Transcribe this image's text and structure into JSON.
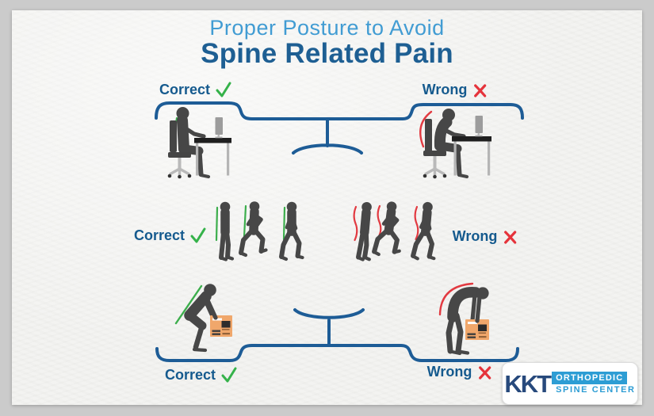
{
  "title": {
    "subtitle": "Proper Posture to Avoid",
    "main": "Spine Related Pain"
  },
  "sections": [
    {
      "id": "sitting-at-desk",
      "correct_label": "Correct",
      "wrong_label": "Wrong"
    },
    {
      "id": "walking",
      "correct_label": "Correct",
      "wrong_label": "Wrong"
    },
    {
      "id": "lifting-box",
      "correct_label": "Correct",
      "wrong_label": "Wrong"
    }
  ],
  "logo": {
    "brand": "KKT",
    "top_text": "ORTHOPEDIC",
    "bottom_text": "SPINE CENTER"
  },
  "icons": {
    "correct": "check-icon",
    "wrong": "cross-icon",
    "scenes": [
      "person-sitting-at-desk",
      "people-walking",
      "person-lifting-box"
    ]
  },
  "colors": {
    "frame": "#cbcbcb",
    "paper": "#f3f3f1",
    "title_subtitle_blue": "#419cd3",
    "title_main_blue": "#1e5f93",
    "label_blue": "#155a8e",
    "connector_blue": "#1d5c96",
    "check_green": "#35b24a",
    "cross_red": "#e5333b",
    "straight_spine_green": "#3cae4c",
    "curved_spine_red": "#e23a41",
    "silhouette_gray": "#474747",
    "box_orange": "#f0a76b",
    "logo_navy": "#27497c",
    "logo_blue": "#2d9dd4"
  }
}
